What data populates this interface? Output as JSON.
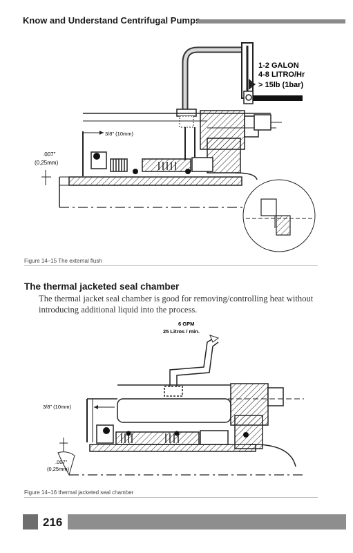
{
  "header": {
    "title": "Know and Understand Centrifugal Pumps"
  },
  "figure1": {
    "flow_line1": "1-2 GALON",
    "flow_line2": "4-8 LITRO/Hr",
    "flow_line3": "> 15lb (1bar)",
    "dim_label": "3/8\" (10mm)",
    "gap_label_in": ".007\"",
    "gap_label_mm": "(0,25mm)",
    "caption": "Figure 14–15  The external flush"
  },
  "section": {
    "title": "The thermal jacketed seal chamber",
    "body": "The thermal jacket seal chamber is good for removing/controlling heat without introducing additional liquid into the process."
  },
  "figure2": {
    "flow_line1": "6 GPM",
    "flow_line2": "25 Litros / min.",
    "dim_label": "3/8\" (10mm)",
    "gap_label_in": ".007\"",
    "gap_label_mm": "(0,25mm)",
    "caption": "Figure 14–16  thermal jacketed seal chamber"
  },
  "footer": {
    "page_number": "216"
  }
}
